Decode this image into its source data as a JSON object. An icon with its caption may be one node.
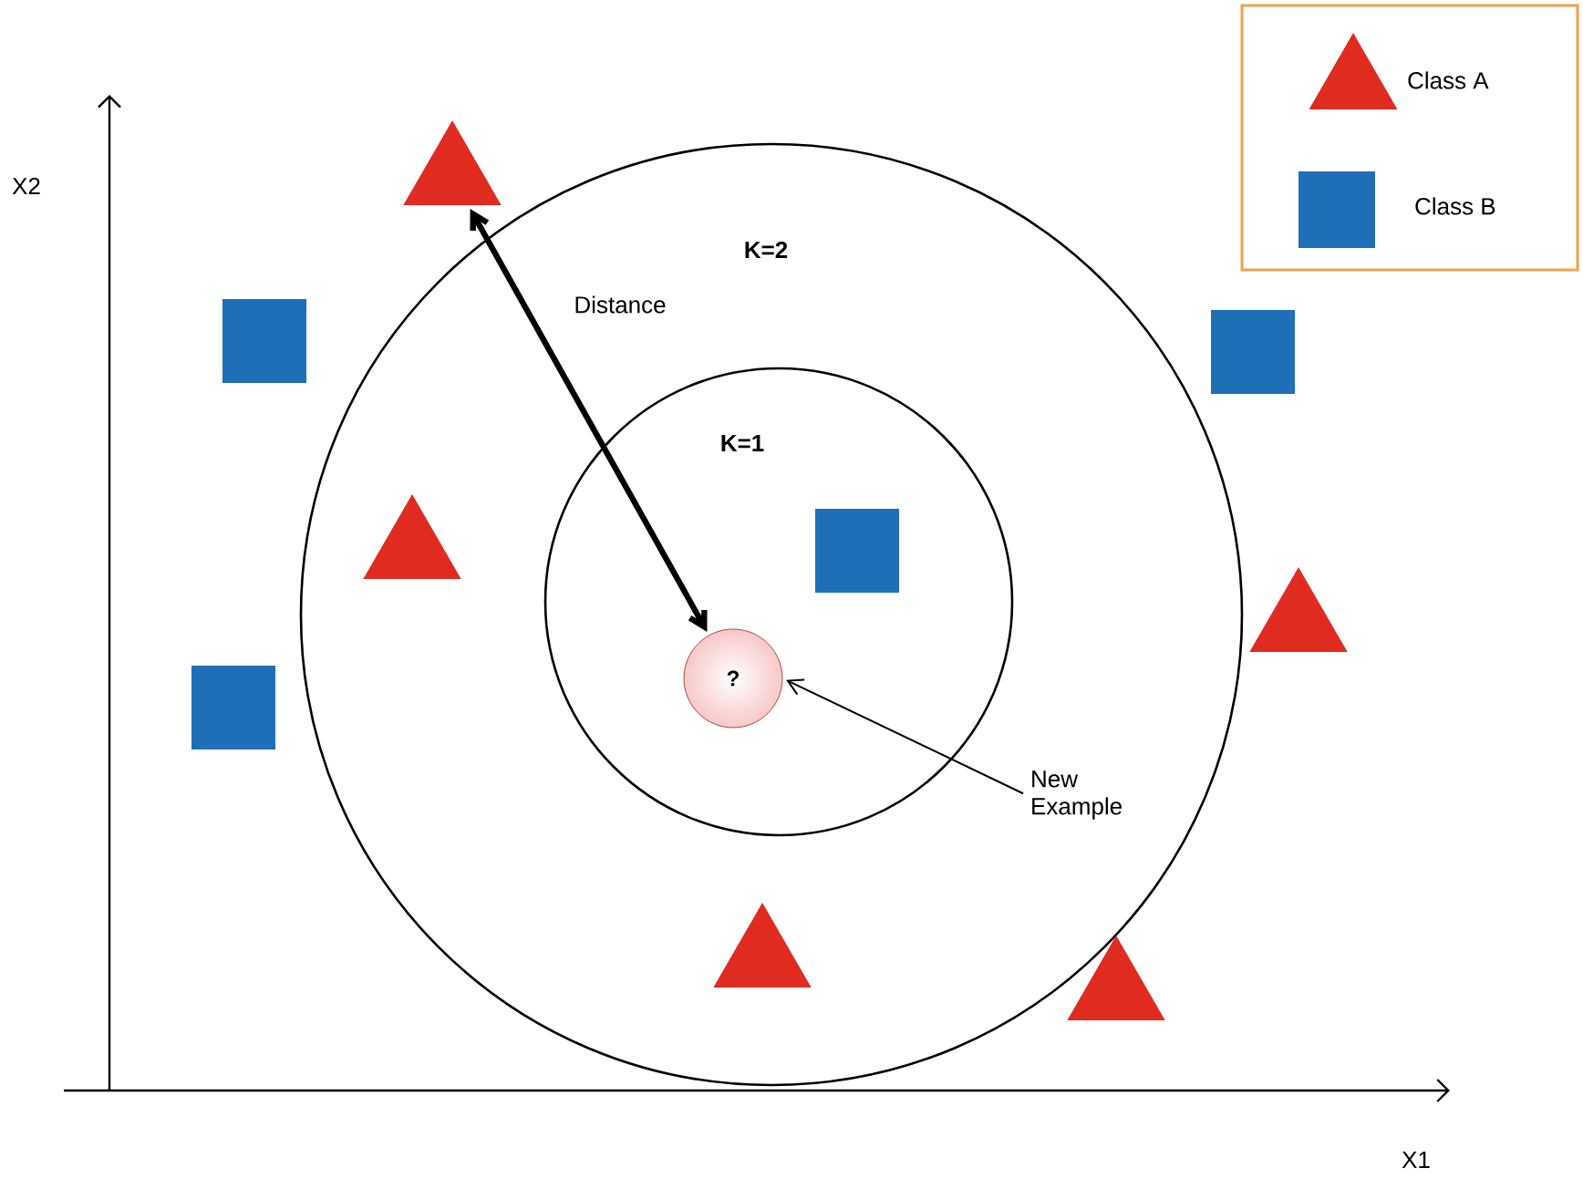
{
  "diagram": {
    "nodes": [
      {
        "text": [],
        "shape": "triangle"
      },
      {
        "text": [
          "K=2"
        ]
      },
      {
        "text": [
          "K=1"
        ],
        "in": 1
      },
      {
        "text": [
          "?"
        ],
        "in": 2
      },
      {
        "text": [
          "New Example"
        ],
        "in": 1
      },
      {
        "text": [],
        "shape": "square"
      },
      {
        "text": [],
        "shape": "square"
      },
      {
        "text": [],
        "shape": "triangle",
        "in": 1
      },
      {
        "text": [],
        "shape": "square",
        "in": 2
      },
      {
        "text": [],
        "shape": "triangle"
      },
      {
        "text": [],
        "shape": "square"
      },
      {
        "text": [],
        "shape": "triangle",
        "in": 1
      },
      {
        "text": [],
        "shape": "triangle"
      }
    ],
    "edges": [
      {
        "from": 0,
        "to": 3,
        "arrow": "both",
        "label": "Distance",
        "style": "thick"
      },
      {
        "from": 4,
        "to": 3,
        "arrow": "to"
      }
    ],
    "labels": [
      "X2",
      "X1"
    ],
    "legend": [
      {
        "text": "Class A"
      },
      {
        "text": "Class B"
      }
    ]
  }
}
